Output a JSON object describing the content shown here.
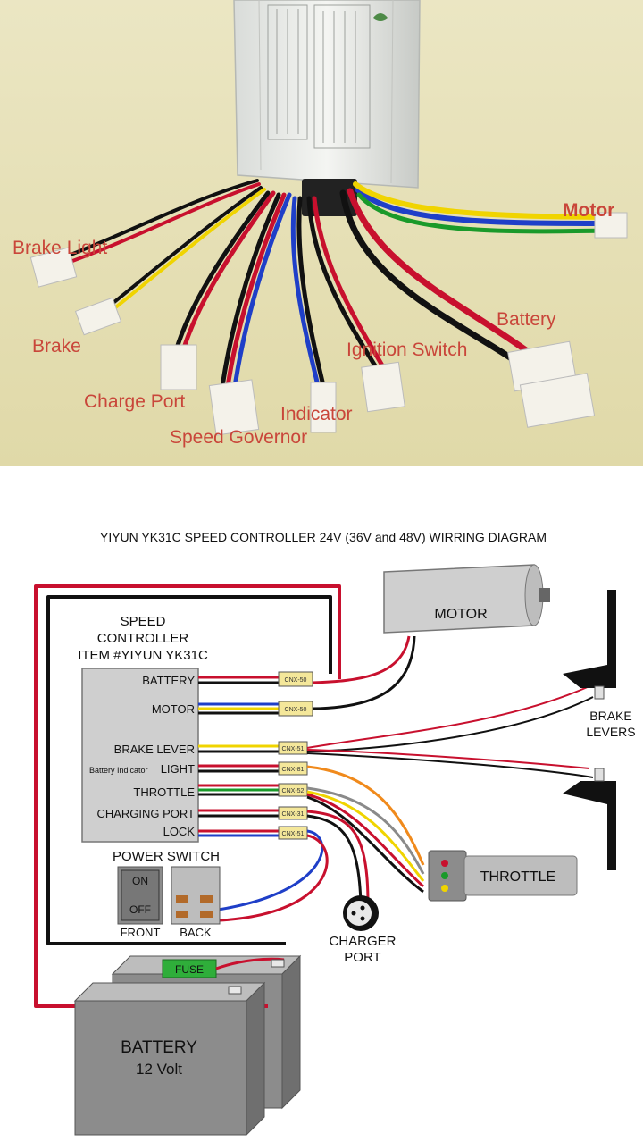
{
  "photo": {
    "labels": {
      "brake_light": "Brake Light",
      "brake": "Brake",
      "charge_port": "Charge Port",
      "speed_governor": "Speed Governor",
      "indicator": "Indicator",
      "ignition_switch": "Ignition Switch",
      "battery": "Battery",
      "motor": "Motor"
    }
  },
  "diagram": {
    "title": "YIYUN YK31C SPEED CONTROLLER 24V (36V and 48V) WIRRING DIAGRAM",
    "controller": {
      "heading_line1": "SPEED",
      "heading_line2": "CONTROLLER",
      "heading_line3": "ITEM #YIYUN YK31C",
      "ports": {
        "battery": "BATTERY",
        "motor": "MOTOR",
        "brake_lever": "BRAKE LEVER",
        "battery_indicator": "Battery Indicator",
        "light": "LIGHT",
        "throttle": "THROTTLE",
        "charging_port": "CHARGING PORT",
        "lock": "LOCK"
      }
    },
    "connectors": {
      "battery": "CNX-50",
      "motor": "CNX-50",
      "brake": "CNX-51",
      "light": "CNX-81",
      "throttle": "CNX-52",
      "charging": "CNX-31",
      "lock": "CNX-51"
    },
    "motor_label": "MOTOR",
    "brake_levers_line1": "BRAKE",
    "brake_levers_line2": "LEVERS",
    "throttle_label": "THROTTLE",
    "power_switch": {
      "title": "POWER SWITCH",
      "on": "ON",
      "off": "OFF",
      "front": "FRONT",
      "back": "BACK"
    },
    "charger_port_line1": "CHARGER",
    "charger_port_line2": "PORT",
    "fuse": "FUSE",
    "battery_line1": "BATTERY",
    "battery_line2": "12 Volt"
  },
  "colors": {
    "label_red": "#c9463a",
    "wire_red": "#c8102e",
    "wire_black": "#111111",
    "wire_blue": "#1f3fc8",
    "wire_yellow": "#f0d400",
    "wire_green": "#1a9a2a",
    "wire_orange": "#f08a1c",
    "wire_gray": "#8a8a8a",
    "controller_gray": "#cfcfcf",
    "battery_gray": "#8c8c8c",
    "fuse_green": "#2fae3a"
  }
}
